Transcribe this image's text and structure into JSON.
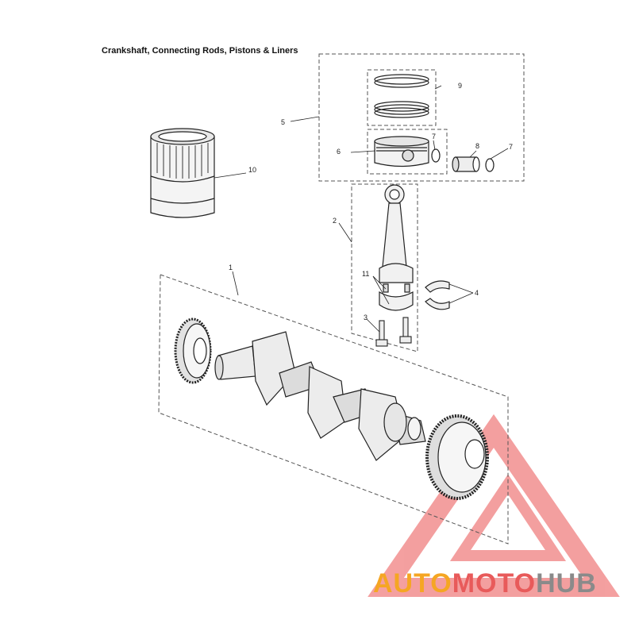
{
  "title": "Crankshaft, Connecting Rods, Pistons & Liners",
  "callouts": {
    "c1": "1",
    "c2": "2",
    "c3": "3",
    "c4": "4",
    "c5": "5",
    "c6": "6",
    "c7a": "7",
    "c7b": "7",
    "c8": "8",
    "c9": "9",
    "c10": "10",
    "c11": "11"
  },
  "watermark": {
    "part1": "AUTO",
    "part2": "MOTO",
    "part3": "HUB",
    "color_orange": "#f5a623",
    "color_red": "#e85a5a",
    "color_gray": "#8a8a8a"
  }
}
